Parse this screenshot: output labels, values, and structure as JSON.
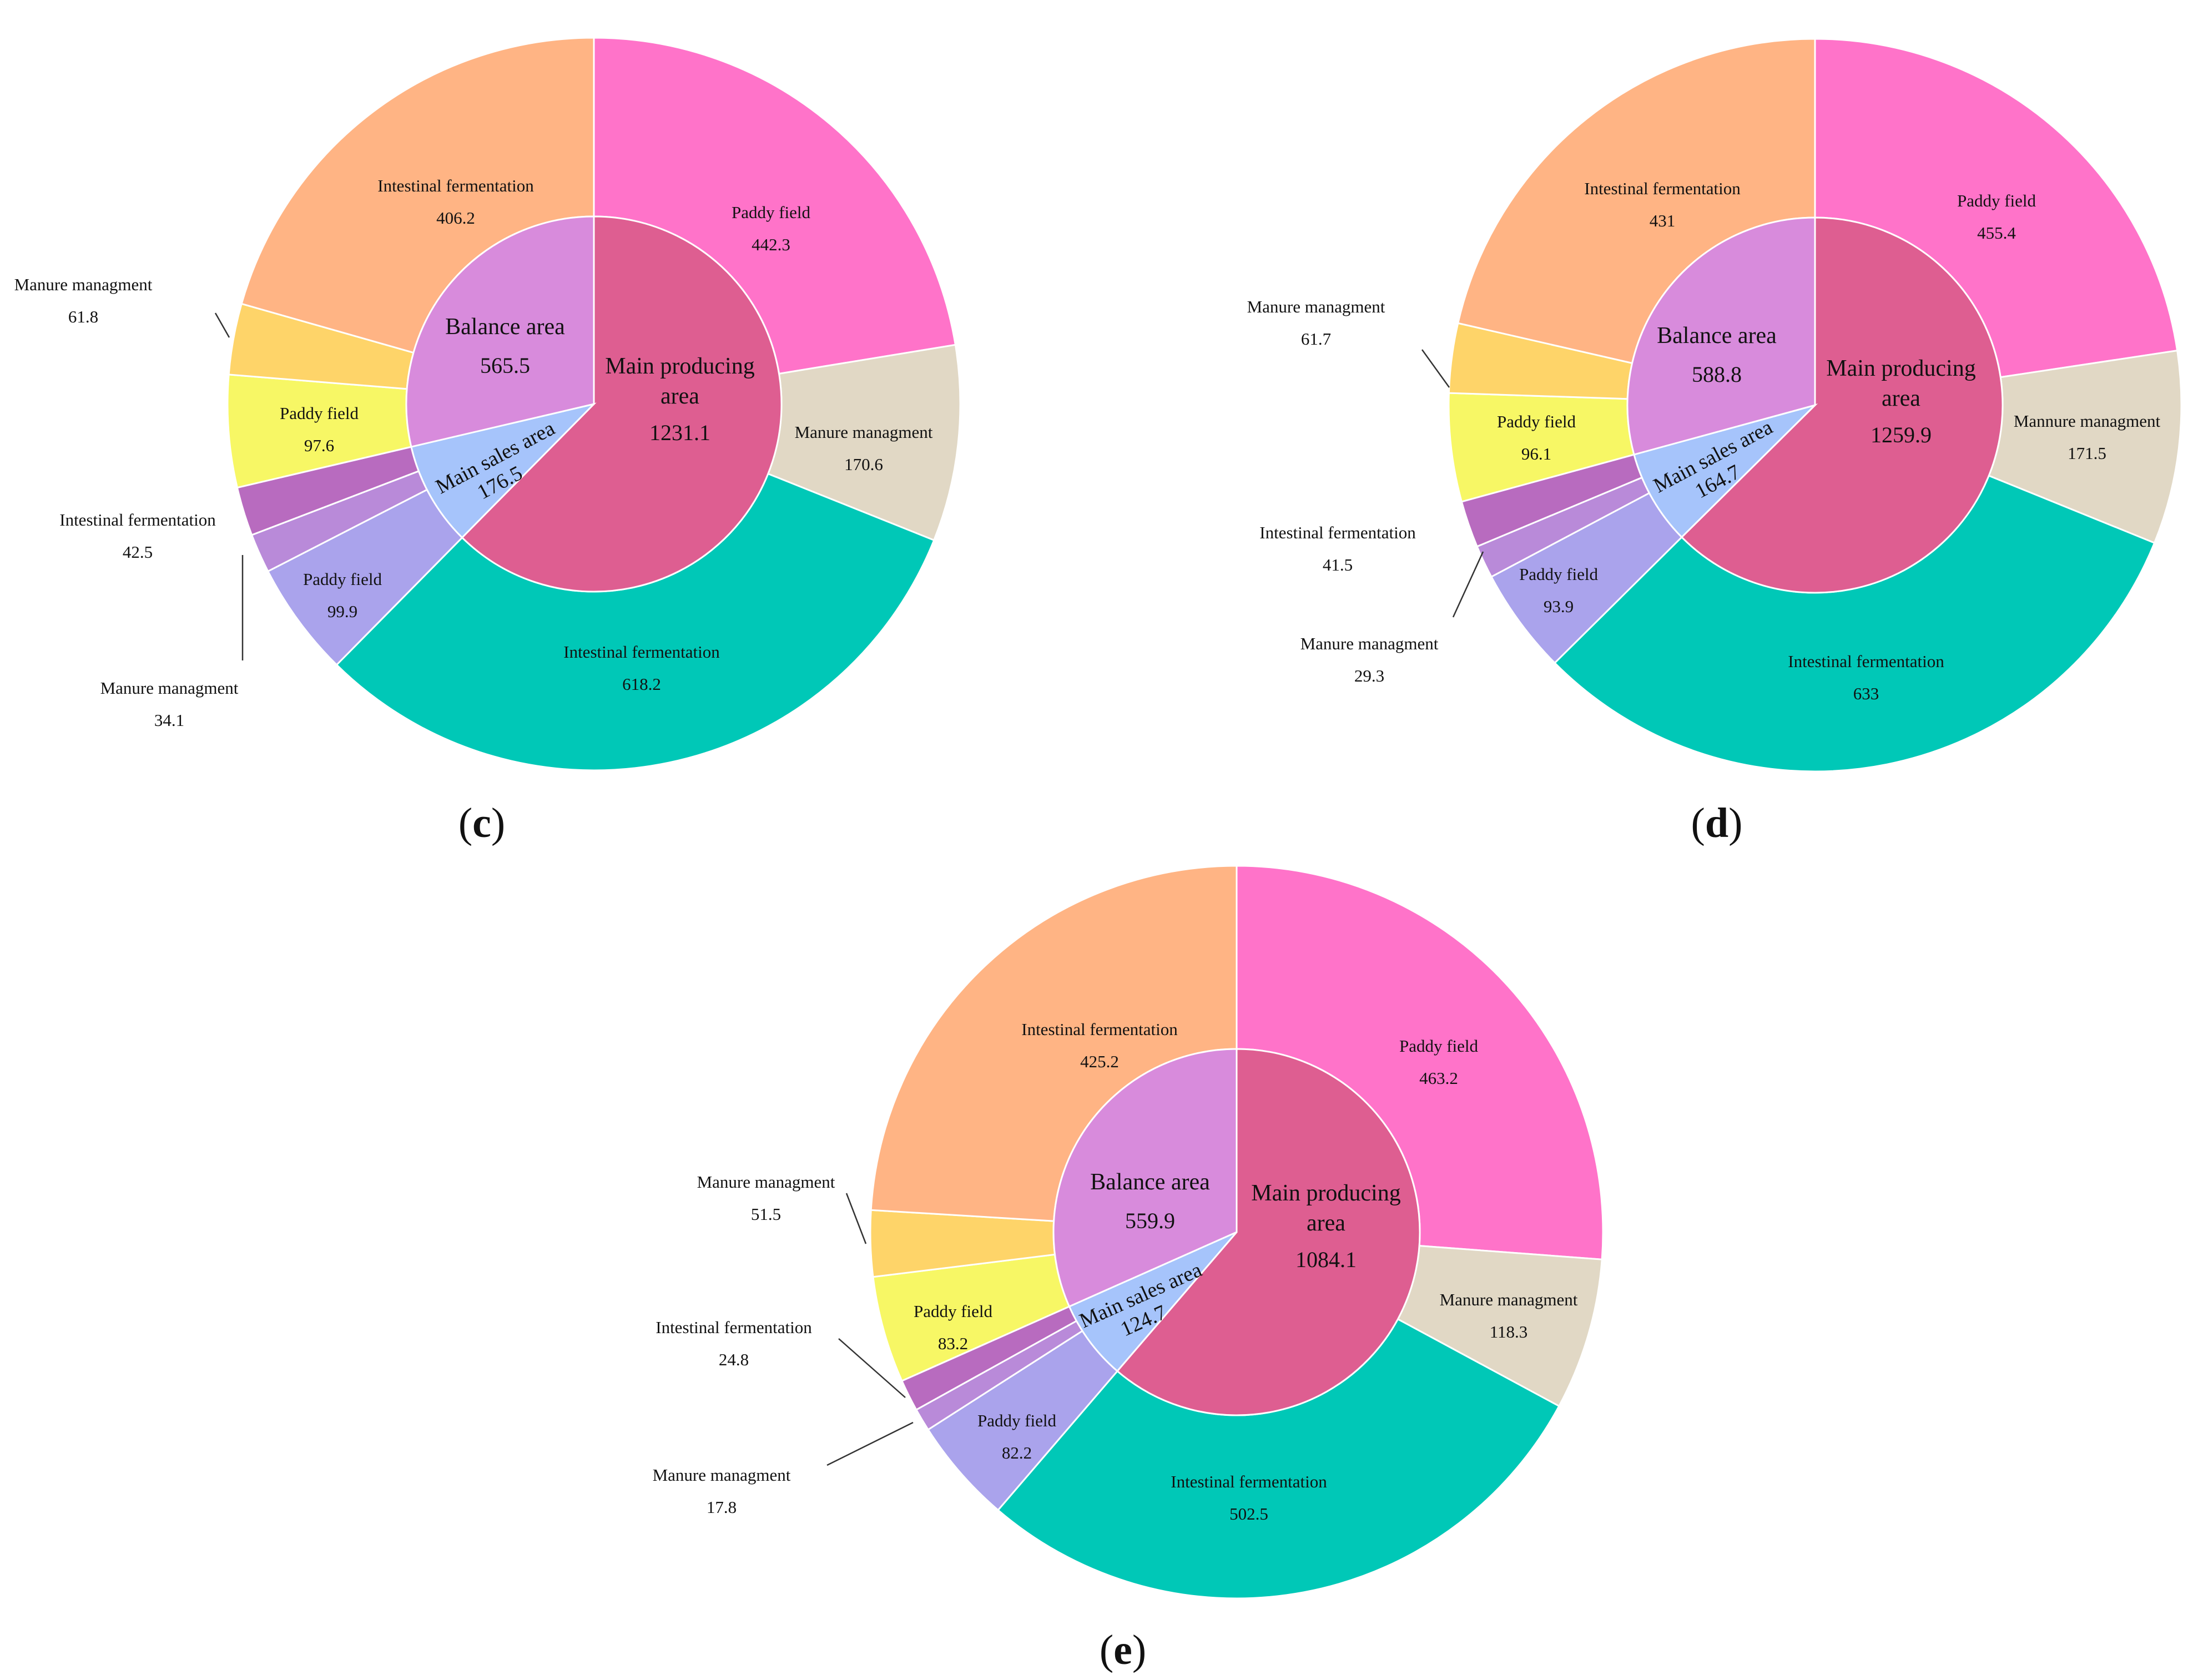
{
  "palette": {
    "main_producing": "#de5e91",
    "balance": "#d88bdc",
    "main_sales": "#a6c4fb",
    "mp_paddy": "#ff73c9",
    "mp_manure": "#e1d8c5",
    "mp_intestinal": "#00c8b7",
    "ba_intestinal": "#ffb484",
    "ba_manure": "#fed469",
    "ba_paddy": "#f7f765",
    "ms_intestinal": "#b86bbf",
    "ms_manure": "#b98ad9",
    "ms_paddy": "#aaa3ec"
  },
  "chart_data": [
    {
      "type": "pie",
      "subtype": "sunburst",
      "panel_label": "c",
      "inner": [
        {
          "key": "main_producing",
          "name_lines": [
            "Main producing",
            "area"
          ],
          "value": 1231.1,
          "display": "1231.1"
        },
        {
          "key": "main_sales",
          "name_lines": [
            "Main sales area"
          ],
          "value": 176.5,
          "display": "176.5"
        },
        {
          "key": "balance",
          "name_lines": [
            "Balance area"
          ],
          "value": 565.5,
          "display": "565.5"
        }
      ],
      "outer": [
        {
          "key": "mp_paddy",
          "name": "Paddy field",
          "value": 442.3,
          "display": "442.3"
        },
        {
          "key": "mp_manure",
          "name": "Manure managment",
          "value": 170.6,
          "display": "170.6"
        },
        {
          "key": "mp_intestinal",
          "name": "Intestinal fermentation",
          "value": 618.2,
          "display": "618.2"
        },
        {
          "key": "ms_paddy",
          "name": "Paddy field",
          "value": 99.9,
          "display": "99.9"
        },
        {
          "key": "ms_manure",
          "name": "Manure managment",
          "value": 34.1,
          "display": "34.1"
        },
        {
          "key": "ms_intestinal",
          "name": "Intestinal fermentation",
          "value": 42.5,
          "display": "42.5"
        },
        {
          "key": "ba_paddy",
          "name": "Paddy field",
          "value": 97.6,
          "display": "97.6"
        },
        {
          "key": "ba_manure",
          "name": "Manure managment",
          "value": 61.8,
          "display": "61.8"
        },
        {
          "key": "ba_intestinal",
          "name": "Intestinal fermentation",
          "value": 406.2,
          "display": "406.2"
        }
      ]
    },
    {
      "type": "pie",
      "subtype": "sunburst",
      "panel_label": "d",
      "inner": [
        {
          "key": "main_producing",
          "name_lines": [
            "Main producing",
            "area"
          ],
          "value": 1259.9,
          "display": "1259.9"
        },
        {
          "key": "main_sales",
          "name_lines": [
            "Main sales area"
          ],
          "value": 164.7,
          "display": "164.7"
        },
        {
          "key": "balance",
          "name_lines": [
            "Balance area"
          ],
          "value": 588.8,
          "display": "588.8"
        }
      ],
      "outer": [
        {
          "key": "mp_paddy",
          "name": "Paddy field",
          "value": 455.4,
          "display": "455.4"
        },
        {
          "key": "mp_manure",
          "name": "Mannure managment",
          "value": 171.5,
          "display": "171.5"
        },
        {
          "key": "mp_intestinal",
          "name": "Intestinal fermentation",
          "value": 633,
          "display": "633"
        },
        {
          "key": "ms_paddy",
          "name": "Paddy field",
          "value": 93.9,
          "display": "93.9"
        },
        {
          "key": "ms_manure",
          "name": "Manure managment",
          "value": 29.3,
          "display": "29.3"
        },
        {
          "key": "ms_intestinal",
          "name": "Intestinal fermentation",
          "value": 41.5,
          "display": "41.5"
        },
        {
          "key": "ba_paddy",
          "name": "Paddy field",
          "value": 96.1,
          "display": "96.1"
        },
        {
          "key": "ba_manure",
          "name": "Manure managment",
          "value": 61.7,
          "display": "61.7"
        },
        {
          "key": "ba_intestinal",
          "name": "Intestinal fermentation",
          "value": 431,
          "display": "431"
        }
      ]
    },
    {
      "type": "pie",
      "subtype": "sunburst",
      "panel_label": "e",
      "inner": [
        {
          "key": "main_producing",
          "name_lines": [
            "Main producing",
            "area"
          ],
          "value": 1084.1,
          "display": "1084.1"
        },
        {
          "key": "main_sales",
          "name_lines": [
            "Main sales area"
          ],
          "value": 124.7,
          "display": "124.7"
        },
        {
          "key": "balance",
          "name_lines": [
            "Balance area"
          ],
          "value": 559.9,
          "display": "559.9"
        }
      ],
      "outer": [
        {
          "key": "mp_paddy",
          "name": "Paddy field",
          "value": 463.2,
          "display": "463.2"
        },
        {
          "key": "mp_manure",
          "name": "Manure managment",
          "value": 118.3,
          "display": "118.3"
        },
        {
          "key": "mp_intestinal",
          "name": "Intestinal fermentation",
          "value": 502.5,
          "display": "502.5"
        },
        {
          "key": "ms_paddy",
          "name": "Paddy field",
          "value": 82.2,
          "display": "82.2"
        },
        {
          "key": "ms_manure",
          "name": "Manure managment",
          "value": 17.8,
          "display": "17.8"
        },
        {
          "key": "ms_intestinal",
          "name": "Intestinal fermentation",
          "value": 24.8,
          "display": "24.8"
        },
        {
          "key": "ba_paddy",
          "name": "Paddy field",
          "value": 83.2,
          "display": "83.2"
        },
        {
          "key": "ba_manure",
          "name": "Manure managment",
          "value": 51.5,
          "display": "51.5"
        },
        {
          "key": "ba_intestinal",
          "name": "Intestinal fermentation",
          "value": 425.2,
          "display": "425.2"
        }
      ]
    }
  ]
}
